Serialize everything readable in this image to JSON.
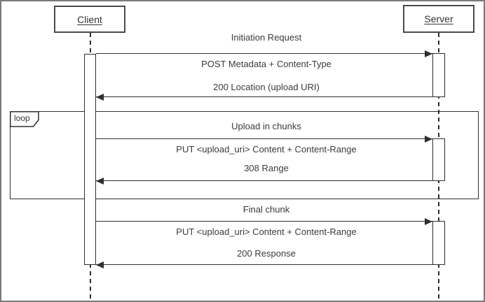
{
  "actors": {
    "client": {
      "label": "Client"
    },
    "server": {
      "label": "Server"
    }
  },
  "fragment": {
    "operator": "loop"
  },
  "sections": [
    {
      "title": "Initiation Request",
      "request": "POST Metadata + Content-Type",
      "response": "200 Location (upload URI)"
    },
    {
      "title": "Upload in chunks",
      "request": "PUT <upload_uri> Content + Content-Range",
      "response": "308 Range"
    },
    {
      "title": "Final chunk",
      "request": "PUT <upload_uri> Content + Content-Range",
      "response": "200 Response"
    }
  ],
  "colors": {
    "line": "#2e2e2e",
    "text": "#3a3a3a",
    "background": "#ffffff",
    "frame_border": "#7a7a7a"
  }
}
